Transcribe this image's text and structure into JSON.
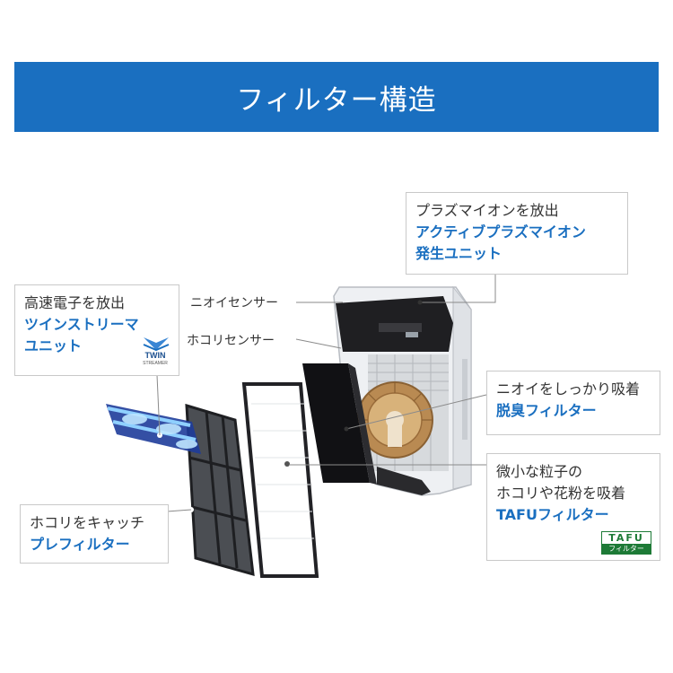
{
  "banner": {
    "title": "フィルター構造"
  },
  "callouts": {
    "plasma": {
      "line1": "プラズマイオンを放出",
      "line2": "アクティブプラズマイオン",
      "line3": "発生ユニット"
    },
    "streamer": {
      "line1": "高速電子を放出",
      "line2": "ツインストリーマ",
      "line3": "ユニット"
    },
    "deodor": {
      "line1": "ニオイをしっかり吸着",
      "line2": "脱臭フィルター"
    },
    "tafu": {
      "line1": "微小な粒子の",
      "line2": "ホコリや花粉を吸着",
      "line3": "TAFUフィルター"
    },
    "prefilter": {
      "line1": "ホコリをキャッチ",
      "line2": "プレフィルター"
    }
  },
  "labels": {
    "odor_sensor": "ニオイセンサー",
    "dust_sensor": "ホコリセンサー"
  },
  "logos": {
    "twin": {
      "word": "TWIN",
      "sub": "STREAMER"
    },
    "tafu": {
      "word": "TAFU",
      "sub": "フィルター"
    }
  },
  "colors": {
    "accent_blue": "#1a6fc0",
    "tafu_green": "#1d7a36",
    "border": "#c9c9c9"
  }
}
